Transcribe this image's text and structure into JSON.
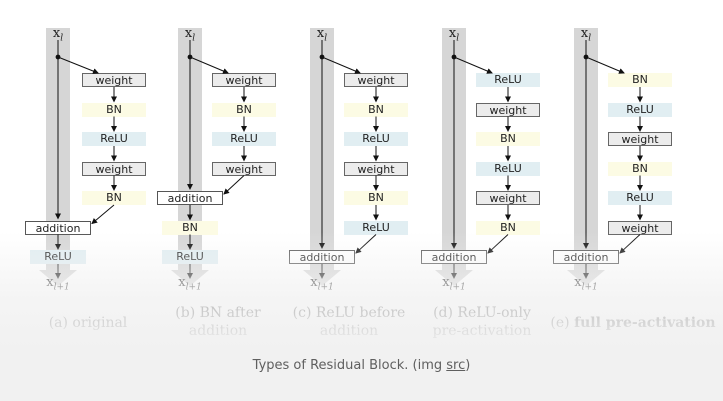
{
  "x_top_label": "x",
  "x_top_sub": "l",
  "x_bottom_label": "x",
  "x_bottom_sub": "l+1",
  "blocks": [
    {
      "caption_lines": [
        "(a) original"
      ],
      "caption_bold": "",
      "layers": [
        "weight",
        "BN",
        "ReLU",
        "weight",
        "BN"
      ],
      "merge": "addition",
      "post": [
        "ReLU"
      ]
    },
    {
      "caption_lines": [
        "(b) BN after",
        "addition"
      ],
      "caption_bold": "",
      "layers": [
        "weight",
        "BN",
        "ReLU",
        "weight"
      ],
      "merge": "addition",
      "post": [
        "BN",
        "ReLU"
      ]
    },
    {
      "caption_lines": [
        "(c) ReLU before",
        "addition"
      ],
      "caption_bold": "",
      "layers": [
        "weight",
        "BN",
        "ReLU",
        "weight",
        "BN",
        "ReLU"
      ],
      "merge": "addition",
      "post": []
    },
    {
      "caption_lines": [
        "(d) ReLU-only",
        "pre-activation"
      ],
      "caption_bold": "",
      "layers": [
        "ReLU",
        "weight",
        "BN",
        "ReLU",
        "weight",
        "BN"
      ],
      "merge": "addition",
      "post": []
    },
    {
      "caption_lines": [
        "(e) "
      ],
      "caption_bold": "full pre-activation",
      "layers": [
        "BN",
        "ReLU",
        "weight",
        "BN",
        "ReLU",
        "weight"
      ],
      "merge": "addition",
      "post": []
    }
  ],
  "page_caption": {
    "text": "Types of Residual Block. (img ",
    "link": "src",
    "end": ")"
  },
  "colors": {
    "weight": "#ececec",
    "bn": "#fcfbe4",
    "relu": "#e1eef2",
    "spine": "#d6d6d6",
    "background": "#f1f1f1"
  }
}
